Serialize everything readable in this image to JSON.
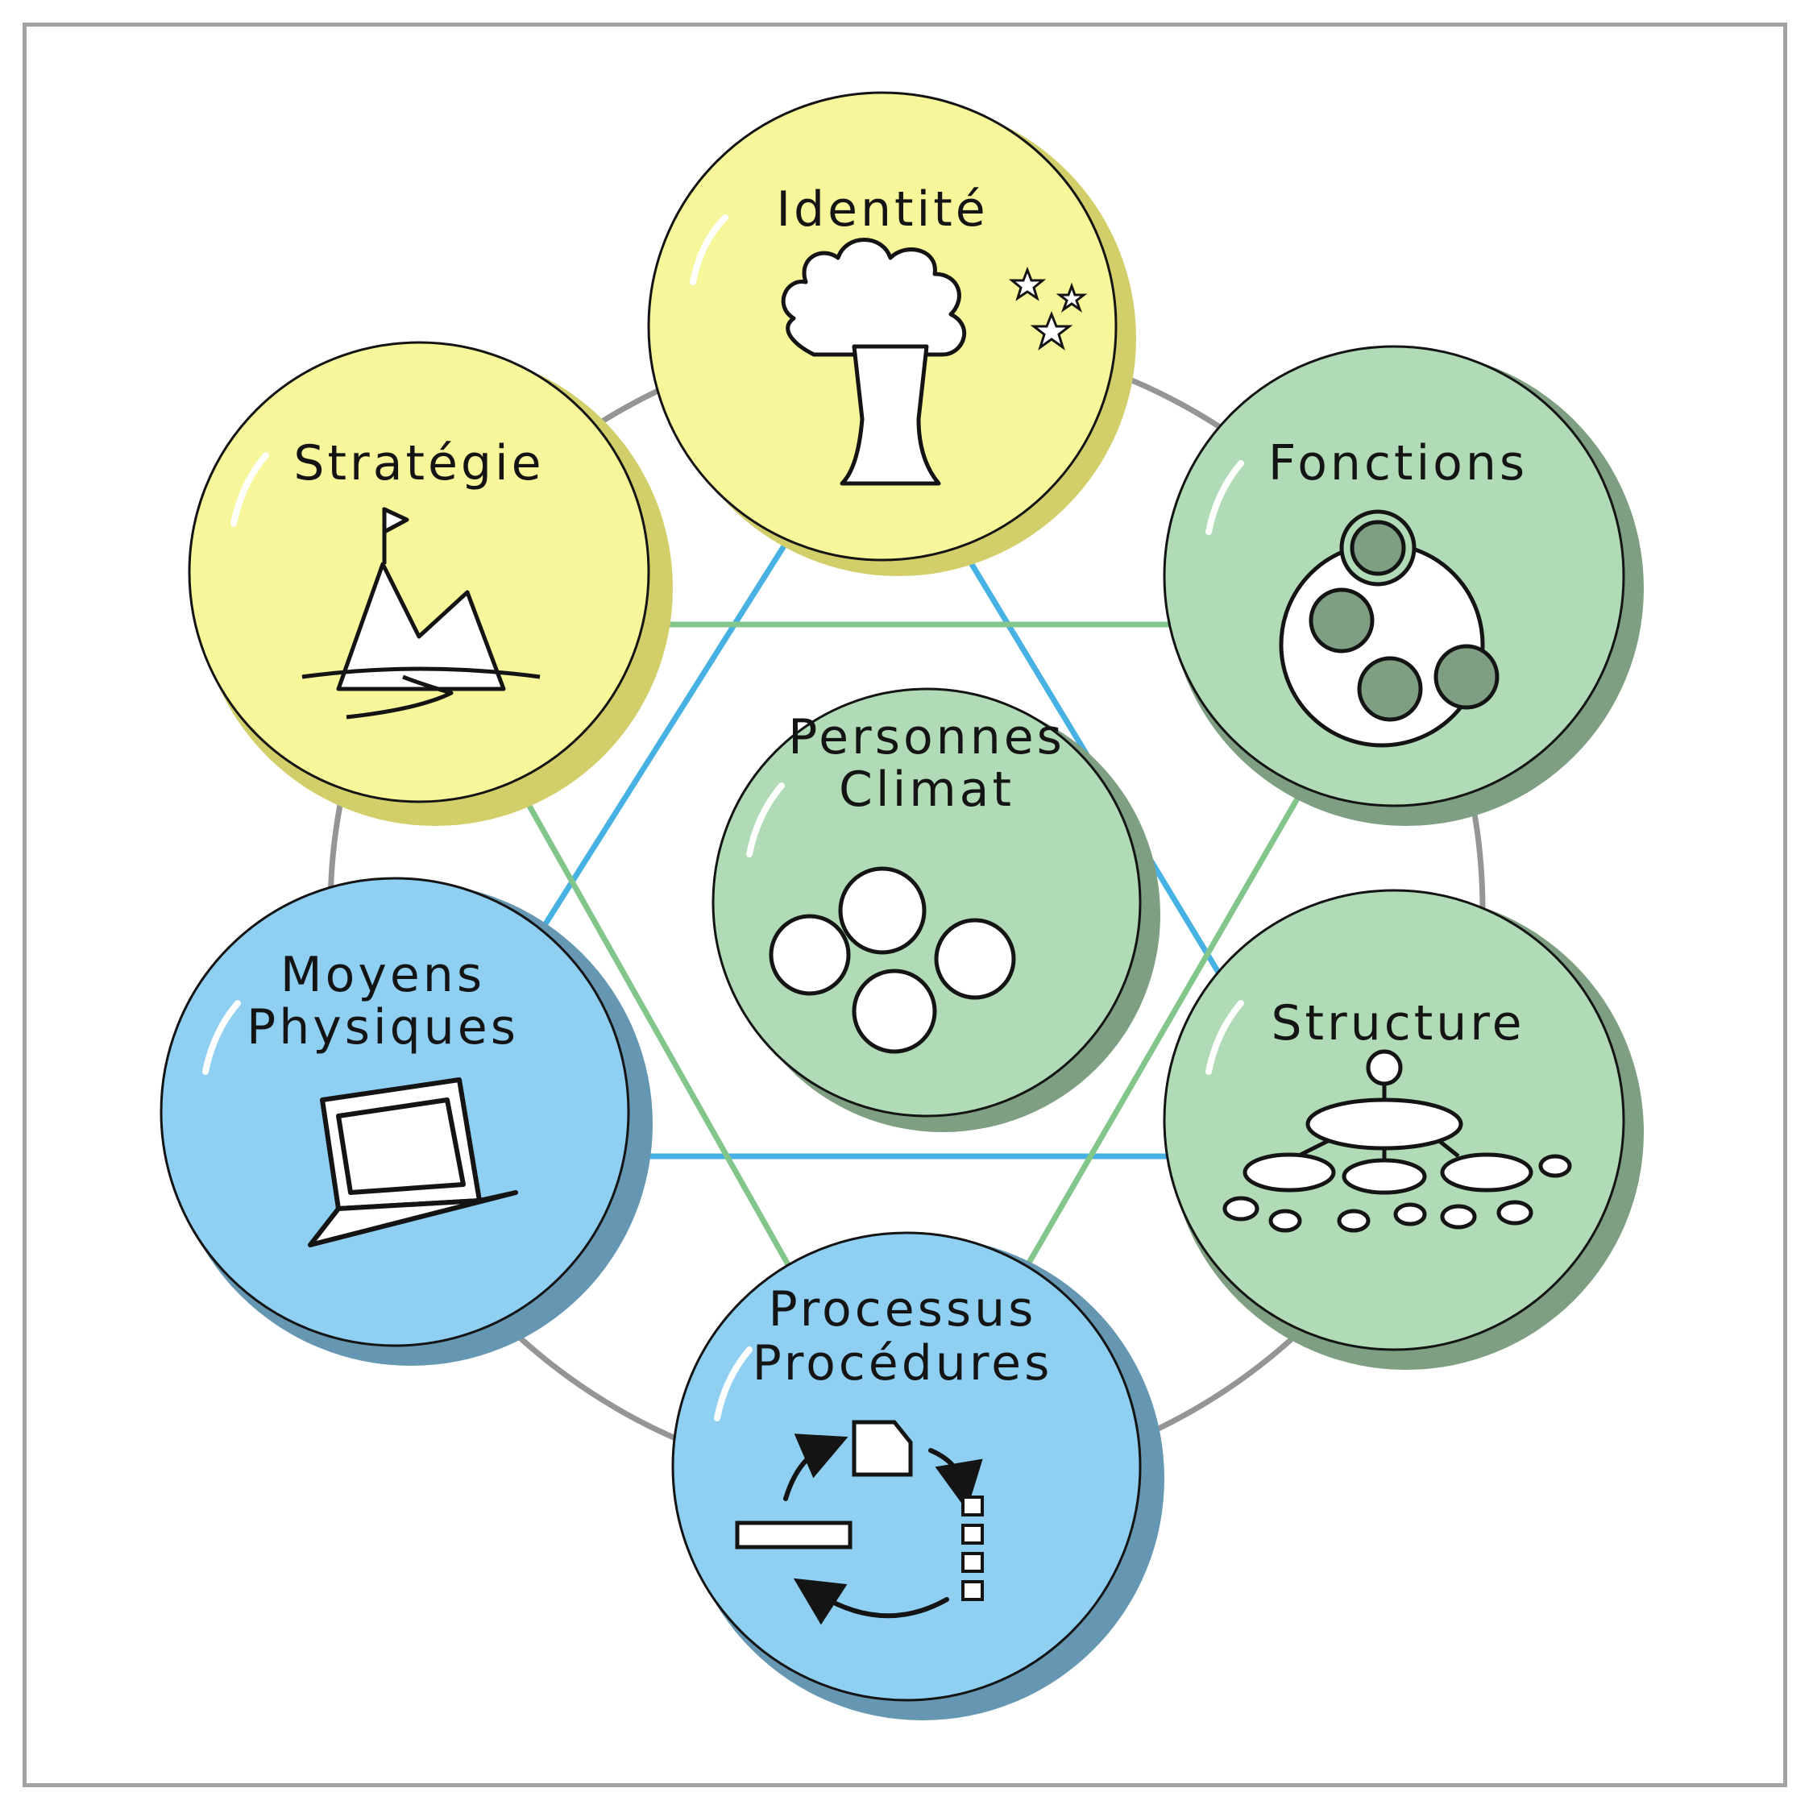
{
  "colors": {
    "yellow": "#f7f69b",
    "yellow_shadow": "#d2cf6a",
    "green": "#b0dbb6",
    "green_shadow": "#7e9f82",
    "blue": "#8ecff2",
    "blue_shadow": "#6597b3",
    "ring": "#959595",
    "line_blue": "#47b1e3",
    "line_green": "#83c68b"
  },
  "nodes": {
    "identite": {
      "label": "Identité",
      "icon": "tree-icon",
      "color": "yellow"
    },
    "strategie": {
      "label": "Stratégie",
      "icon": "mountain-flag-icon",
      "color": "yellow"
    },
    "fonctions": {
      "label": "Fonctions",
      "icon": "people-circles-icon",
      "color": "green"
    },
    "personnes": {
      "line1": "Personnes",
      "line2": "Climat",
      "icon": "faces-icon",
      "color": "green"
    },
    "moyens": {
      "line1": "Moyens",
      "line2": "Physiques",
      "icon": "laptop-icon",
      "color": "blue"
    },
    "structure": {
      "label": "Structure",
      "icon": "org-structure-icon",
      "color": "green"
    },
    "processus": {
      "line1": "Processus",
      "line2": "Procédures",
      "icon": "process-cycle-icon",
      "color": "blue"
    }
  }
}
